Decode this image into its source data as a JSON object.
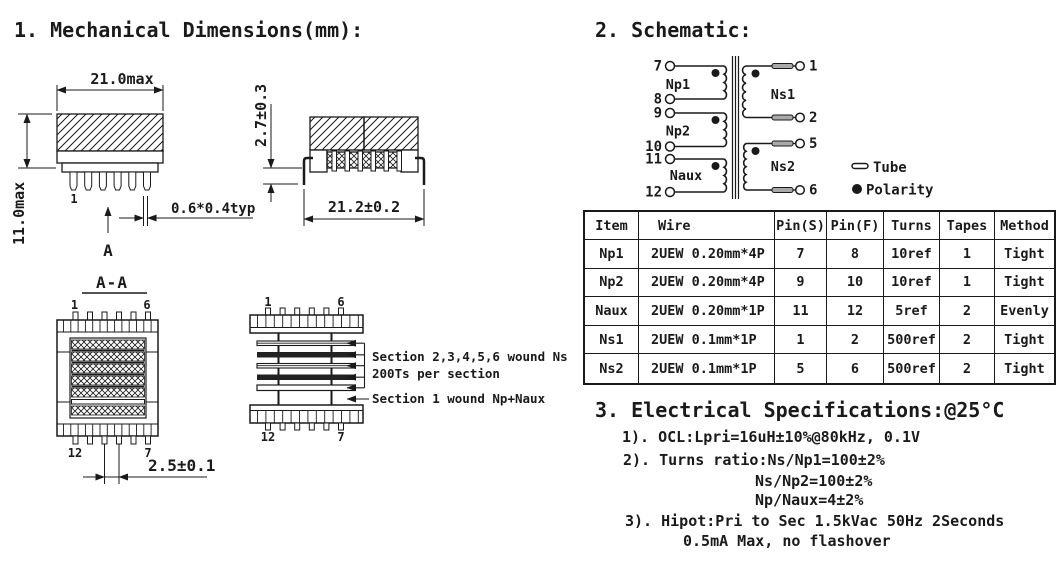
{
  "mechanical": {
    "title": "1. Mechanical Dimensions(mm):",
    "front_view": {
      "dim_width": "21.0max",
      "dim_height": "11.0max",
      "pin_label": "1",
      "dim_pin": "0.6*0.4typ",
      "section_arrow": "A"
    },
    "side_view": {
      "dim_core_height": "2.7±0.3",
      "dim_width": "21.2±0.2"
    },
    "section_view": {
      "title": "A-A",
      "pin_top_left": "1",
      "pin_top_right": "6",
      "pin_bottom_left": "12",
      "pin_bottom_right": "7",
      "dim_pitch": "2.5±0.1"
    },
    "winding_diagram": {
      "pin_top_left": "1",
      "pin_top_right": "6",
      "pin_bottom_left": "12",
      "pin_bottom_right": "7",
      "note_ns_line1": "Section 2,3,4,5,6 wound Ns",
      "note_ns_line2": "200Ts per section",
      "note_np": "Section 1 wound Np+Naux"
    }
  },
  "schematic": {
    "title": "2. Schematic:",
    "primary_windings": [
      {
        "label": "Np1",
        "pin_start": "7",
        "pin_finish": "8"
      },
      {
        "label": "Np2",
        "pin_start": "9",
        "pin_finish": "10"
      },
      {
        "label": "Naux",
        "pin_start": "11",
        "pin_finish": "12"
      }
    ],
    "secondary_windings": [
      {
        "label": "Ns1",
        "pin_start": "1",
        "pin_finish": "2"
      },
      {
        "label": "Ns2",
        "pin_start": "5",
        "pin_finish": "6"
      }
    ],
    "legend": {
      "tube": "Tube",
      "polarity": "Polarity"
    }
  },
  "winding_table": {
    "headers": [
      "Item",
      "Wire",
      "Pin(S)",
      "Pin(F)",
      "Turns",
      "Tapes",
      "Method"
    ],
    "rows": [
      [
        "Np1",
        "2UEW 0.20mm*4P",
        "7",
        "8",
        "10ref",
        "1",
        "Tight"
      ],
      [
        "Np2",
        "2UEW 0.20mm*4P",
        "9",
        "10",
        "10ref",
        "1",
        "Tight"
      ],
      [
        "Naux",
        "2UEW 0.20mm*1P",
        "11",
        "12",
        "5ref",
        "2",
        "Evenly"
      ],
      [
        "Ns1",
        "2UEW 0.1mm*1P",
        "1",
        "2",
        "500ref",
        "2",
        "Tight"
      ],
      [
        "Ns2",
        "2UEW 0.1mm*1P",
        "5",
        "6",
        "500ref",
        "2",
        "Tight"
      ]
    ]
  },
  "electrical": {
    "title": "3. Electrical Specifications:@25°C",
    "lines": [
      "1). OCL:Lpri=16uH±10%@80kHz, 0.1V",
      "2). Turns ratio:Ns/Np1=100±2%",
      "Ns/Np2=100±2%",
      "Np/Naux=4±2%",
      "3). Hipot:Pri to Sec 1.5kVac 50Hz 2Seconds",
      "0.5mA Max, no flashover"
    ]
  },
  "colors": {
    "ink": "#1a1a1a",
    "fill_dark": "#222222",
    "tube_gray": "#a9a9a9",
    "paper": "#ffffff"
  }
}
